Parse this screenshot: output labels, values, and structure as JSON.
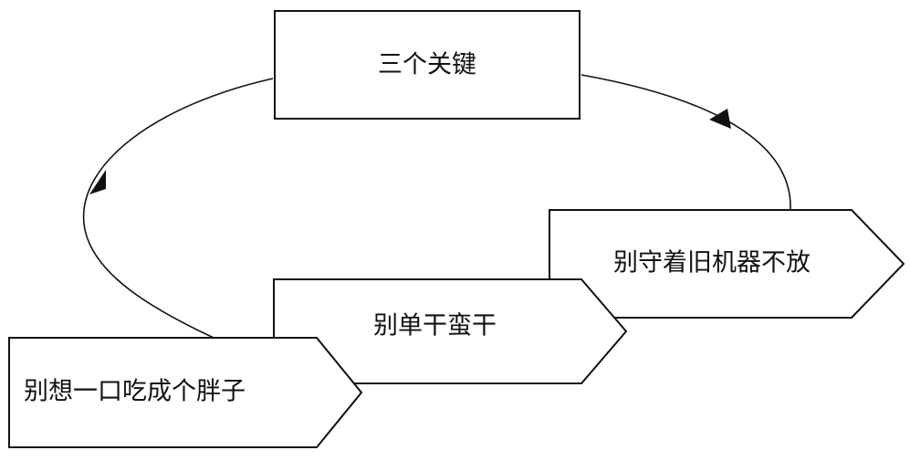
{
  "diagram": {
    "top_box": {
      "label": "三个关键"
    },
    "steps": [
      {
        "label": "别想一口吃成个胖子"
      },
      {
        "label": "别单干蛮干"
      },
      {
        "label": "别守着旧机器不放"
      }
    ]
  }
}
